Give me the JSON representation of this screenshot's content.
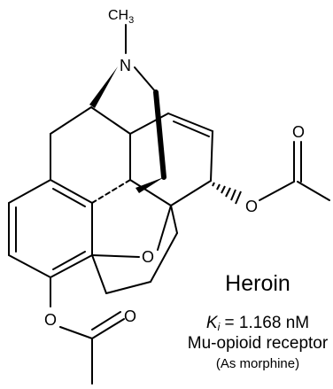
{
  "molecule": {
    "name": "Heroin",
    "ki_symbol": "K",
    "ki_subscript": "i",
    "ki_value": "= 1.168 nM",
    "receptor": "Mu-opioid receptor",
    "note": "(As morphine)"
  },
  "atoms": {
    "nitrogen": "N",
    "methyl": "CH",
    "methyl_subscript": "3",
    "ring_oxygen": "O",
    "ester_oxygen_right": "O",
    "carbonyl_oxygen_right": "O",
    "ester_oxygen_bottom": "O",
    "carbonyl_oxygen_bottom": "O"
  }
}
